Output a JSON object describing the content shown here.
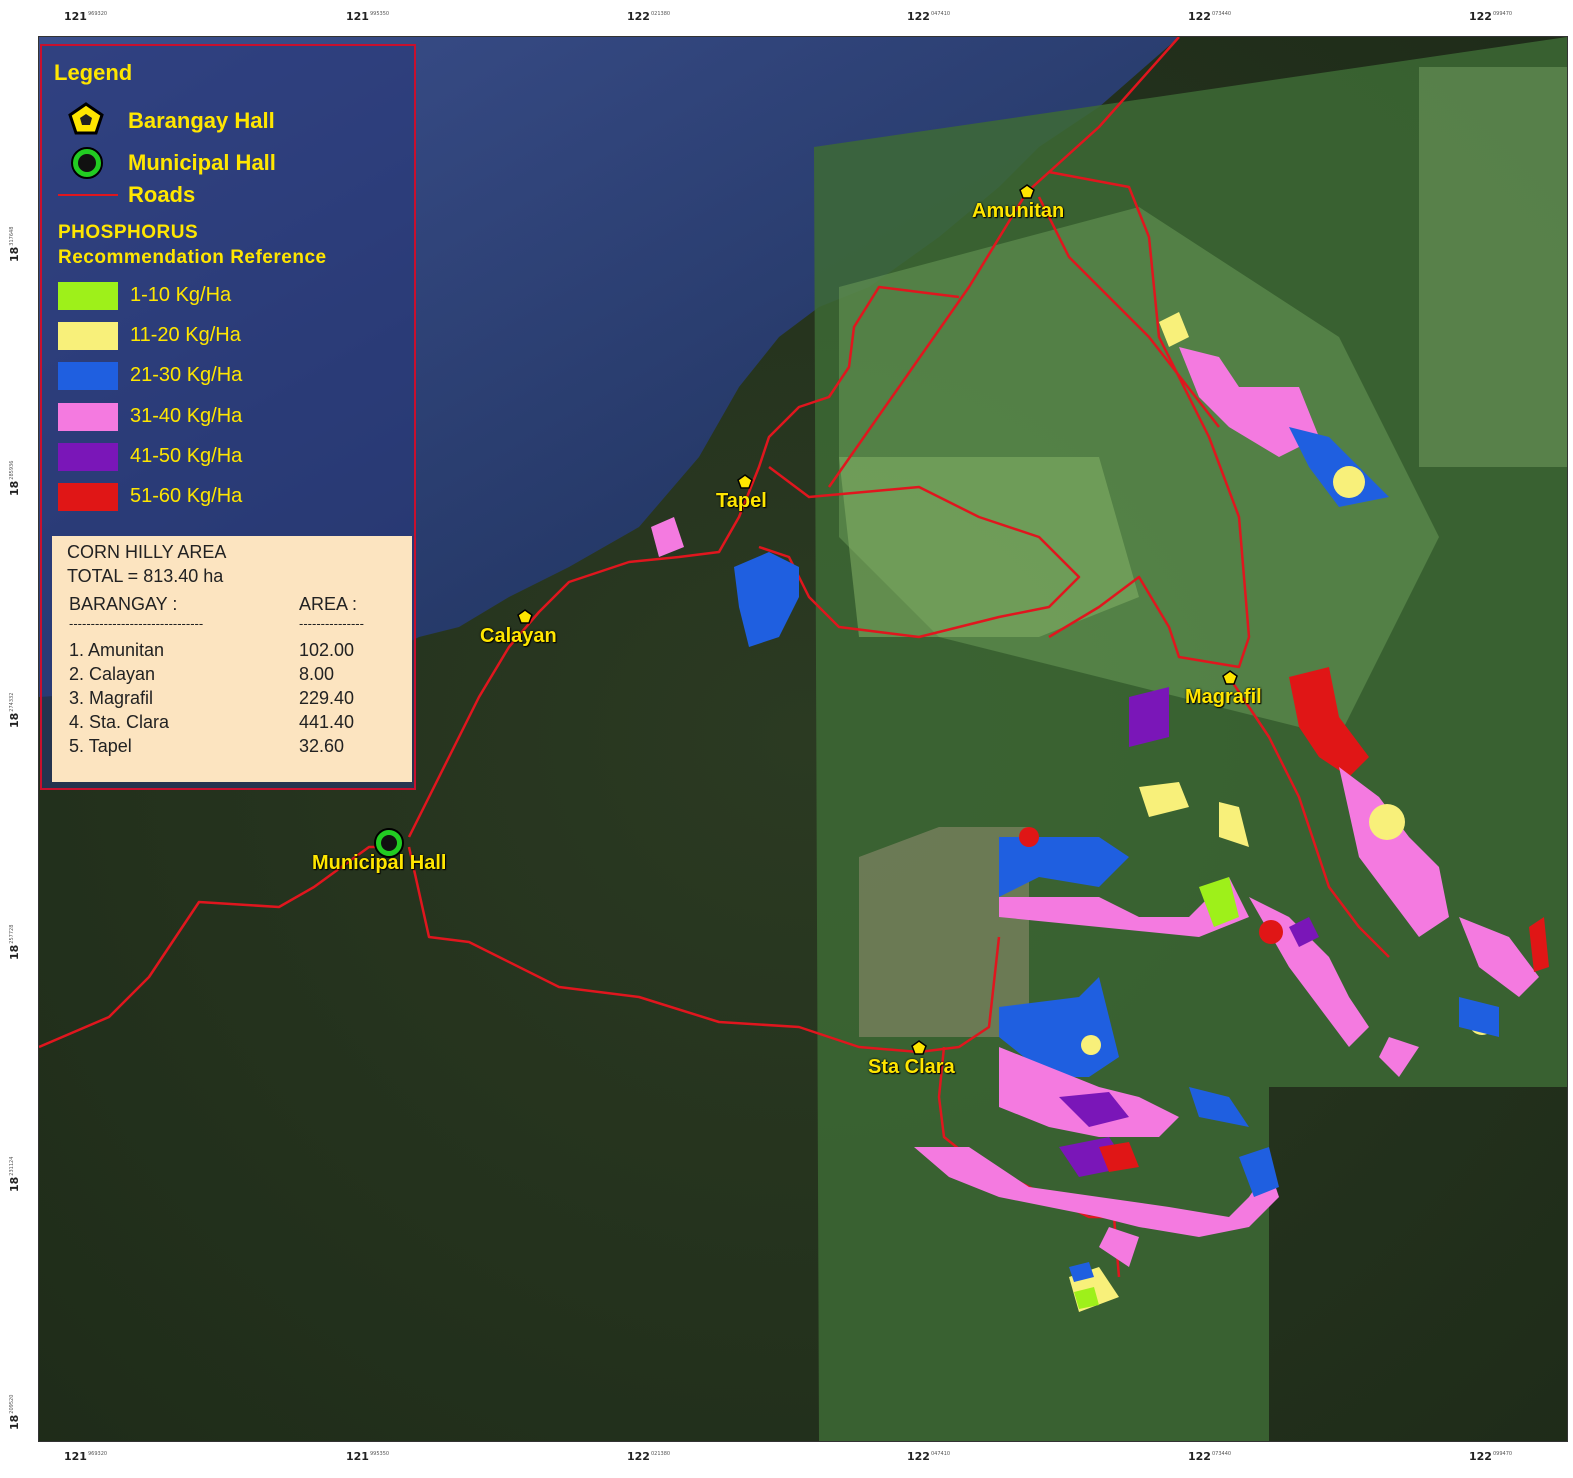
{
  "legend": {
    "title": "Legend",
    "items": [
      {
        "label": "Barangay Hall",
        "icon": "pentagon-icon",
        "color": "#ffe600"
      },
      {
        "label": "Municipal Hall",
        "icon": "circle-icon",
        "color": "#22cc22"
      },
      {
        "label": "Roads",
        "icon": "line-icon",
        "color": "#e0161e"
      }
    ],
    "section_title": "PHOSPHORUS",
    "section_subtitle": "Recommendation Reference",
    "classes": [
      {
        "label": "1-10 Kg/Ha",
        "color": "#9ef01a"
      },
      {
        "label": "11-20 Kg/Ha",
        "color": "#f8f07a"
      },
      {
        "label": "21-30 Kg/Ha",
        "color": "#1f5fe0"
      },
      {
        "label": "31-40 Kg/Ha",
        "color": "#f47ae0"
      },
      {
        "label": "41-50 Kg/Ha",
        "color": "#7a16b8"
      },
      {
        "label": "51-60 Kg/Ha",
        "color": "#e01616"
      }
    ]
  },
  "area_table": {
    "title": "CORN HILLY AREA",
    "total": "TOTAL = 813.40 ha",
    "col_barangay": "BARANGAY :",
    "col_area": "AREA :",
    "rule_left": "-------------------------------",
    "rule_right": "---------------",
    "rows": [
      {
        "name": "1. Amunitan",
        "area": "102.00"
      },
      {
        "name": "2. Calayan",
        "area": "8.00"
      },
      {
        "name": "3. Magrafil",
        "area": "229.40"
      },
      {
        "name": "4. Sta. Clara",
        "area": "441.40"
      },
      {
        "name": "5. Tapel",
        "area": "32.60"
      }
    ]
  },
  "places": [
    {
      "name": "Amunitan"
    },
    {
      "name": "Tapel"
    },
    {
      "name": "Calayan"
    },
    {
      "name": "Magrafil"
    },
    {
      "name": "Municipal Hall"
    },
    {
      "name": "Sta Clara"
    }
  ],
  "graticule": {
    "x_major": [
      "121",
      "121",
      "122",
      "122",
      "122",
      "122"
    ],
    "x_minor": [
      "969320",
      "995350",
      "021380",
      "047410",
      "073440",
      "099470"
    ],
    "y_major": [
      "18",
      "18",
      "18",
      "18",
      "18",
      "18"
    ],
    "y_minor": [
      "317648",
      "285936",
      "274332",
      "257728",
      "231124",
      "209520"
    ]
  }
}
